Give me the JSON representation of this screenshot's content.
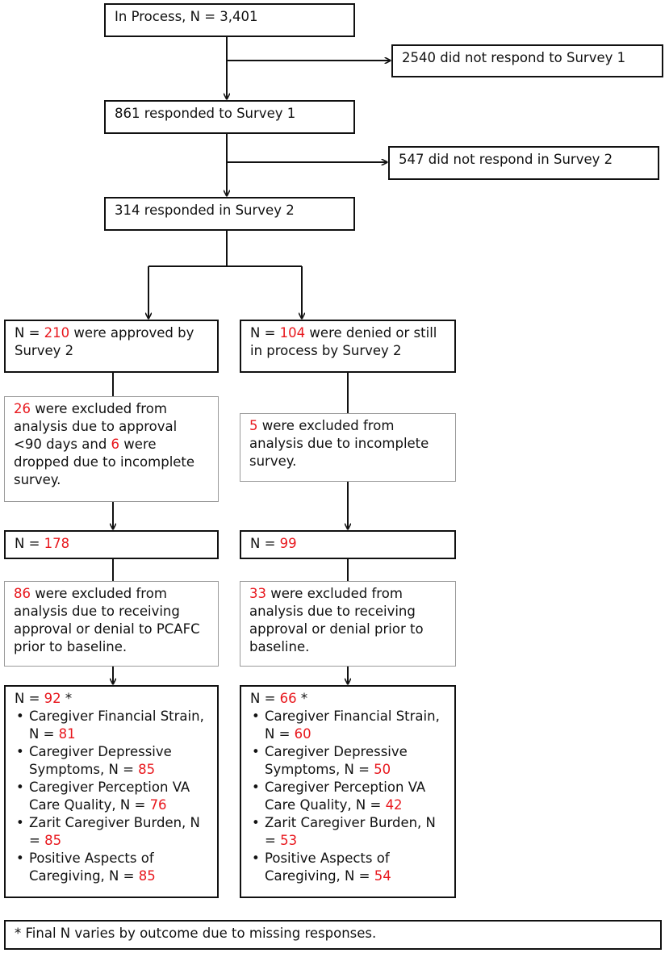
{
  "top": {
    "in_process": "In Process, N = 3,401",
    "no_survey1": "2540 did not respond to Survey 1",
    "resp_survey1": "861 responded to Survey 1",
    "no_survey2": "547 did not respond in Survey 2",
    "resp_survey2": "314 responded in Survey 2"
  },
  "left": {
    "approved": {
      "pre": "N = ",
      "num": "210",
      "post": " were approved by Survey 2"
    },
    "excluded1": {
      "num1": "26",
      "text1": " were excluded from analysis due to approval <90 days and ",
      "num2": "6",
      "text2": " were dropped due to incomplete survey."
    },
    "n_after": {
      "pre": "N = ",
      "num": "178"
    },
    "excluded2": {
      "num": "86",
      "text": " were excluded from analysis due to receiving approval or denial to PCAFC prior to baseline."
    },
    "final": {
      "pre": "N = ",
      "num": "92",
      "mark": " *",
      "outcomes": [
        {
          "label": "Caregiver Financial Strain, N = ",
          "n": "81"
        },
        {
          "label": "Caregiver Depressive Symptoms, N = ",
          "n": "85"
        },
        {
          "label": "Caregiver Perception VA Care Quality, N = ",
          "n": "76"
        },
        {
          "label": "Zarit Caregiver Burden, N = ",
          "n": "85"
        },
        {
          "label": "Positive Aspects of Caregiving, N = ",
          "n": "85"
        }
      ]
    }
  },
  "right": {
    "denied": {
      "pre": "N = ",
      "num": "104",
      "post": " were denied  or still in process by Survey 2"
    },
    "excluded1": {
      "num": "5",
      "text": " were excluded from analysis due to incomplete survey."
    },
    "n_after": {
      "pre": "N = ",
      "num": "99"
    },
    "excluded2": {
      "num": "33",
      "text": " were excluded from analysis due to receiving approval or denial prior to baseline."
    },
    "final": {
      "pre": "N = ",
      "num": "66",
      "mark": " *",
      "outcomes": [
        {
          "label": "Caregiver Financial Strain, N = ",
          "n": "60"
        },
        {
          "label": "Caregiver Depressive Symptoms, N = ",
          "n": "50"
        },
        {
          "label": "Caregiver Perception VA Care Quality, N = ",
          "n": "42"
        },
        {
          "label": "Zarit Caregiver Burden, N = ",
          "n": "53"
        },
        {
          "label": "Positive Aspects of Caregiving, N = ",
          "n": "54"
        }
      ]
    }
  },
  "footnote": "* Final N varies by outcome due to missing responses."
}
